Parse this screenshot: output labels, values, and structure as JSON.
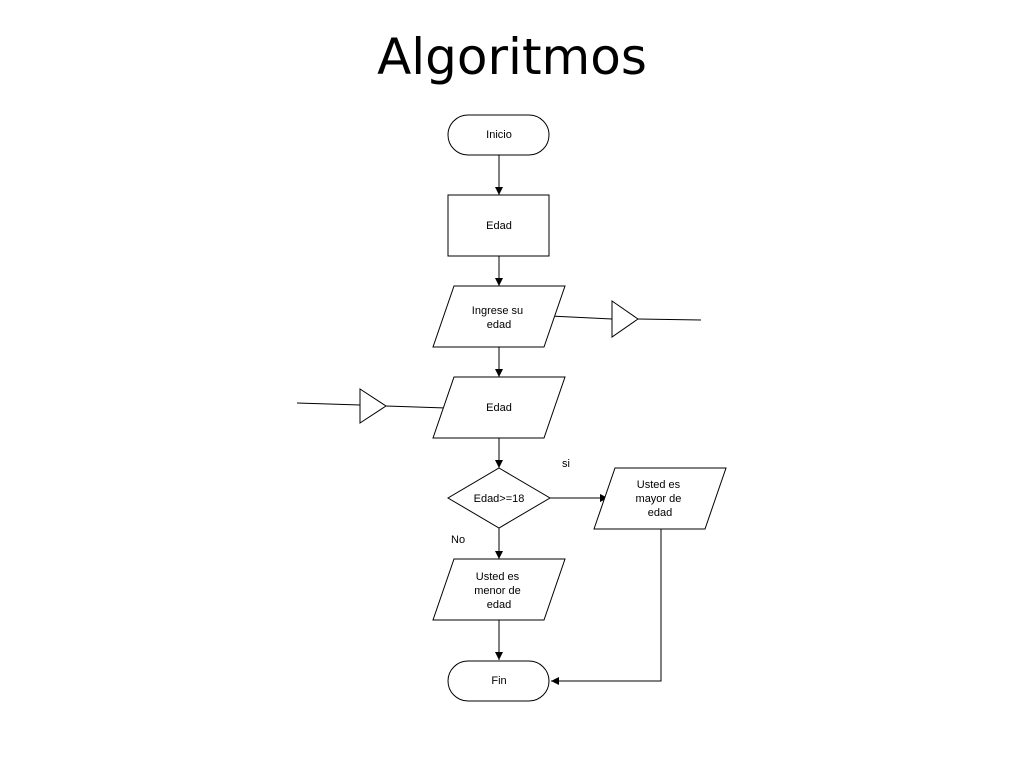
{
  "title": "Algoritmos",
  "nodes": {
    "inicio": "Inicio",
    "edad_process": "Edad",
    "ingrese": [
      "Ingrese su",
      "edad"
    ],
    "edad_input": "Edad",
    "decision": "Edad>=18",
    "mayor": [
      "Usted es",
      "mayor de",
      "edad"
    ],
    "menor": [
      "Usted es",
      "menor de",
      "edad"
    ],
    "fin": "Fin"
  },
  "labels": {
    "yes": "si",
    "no": "No"
  }
}
